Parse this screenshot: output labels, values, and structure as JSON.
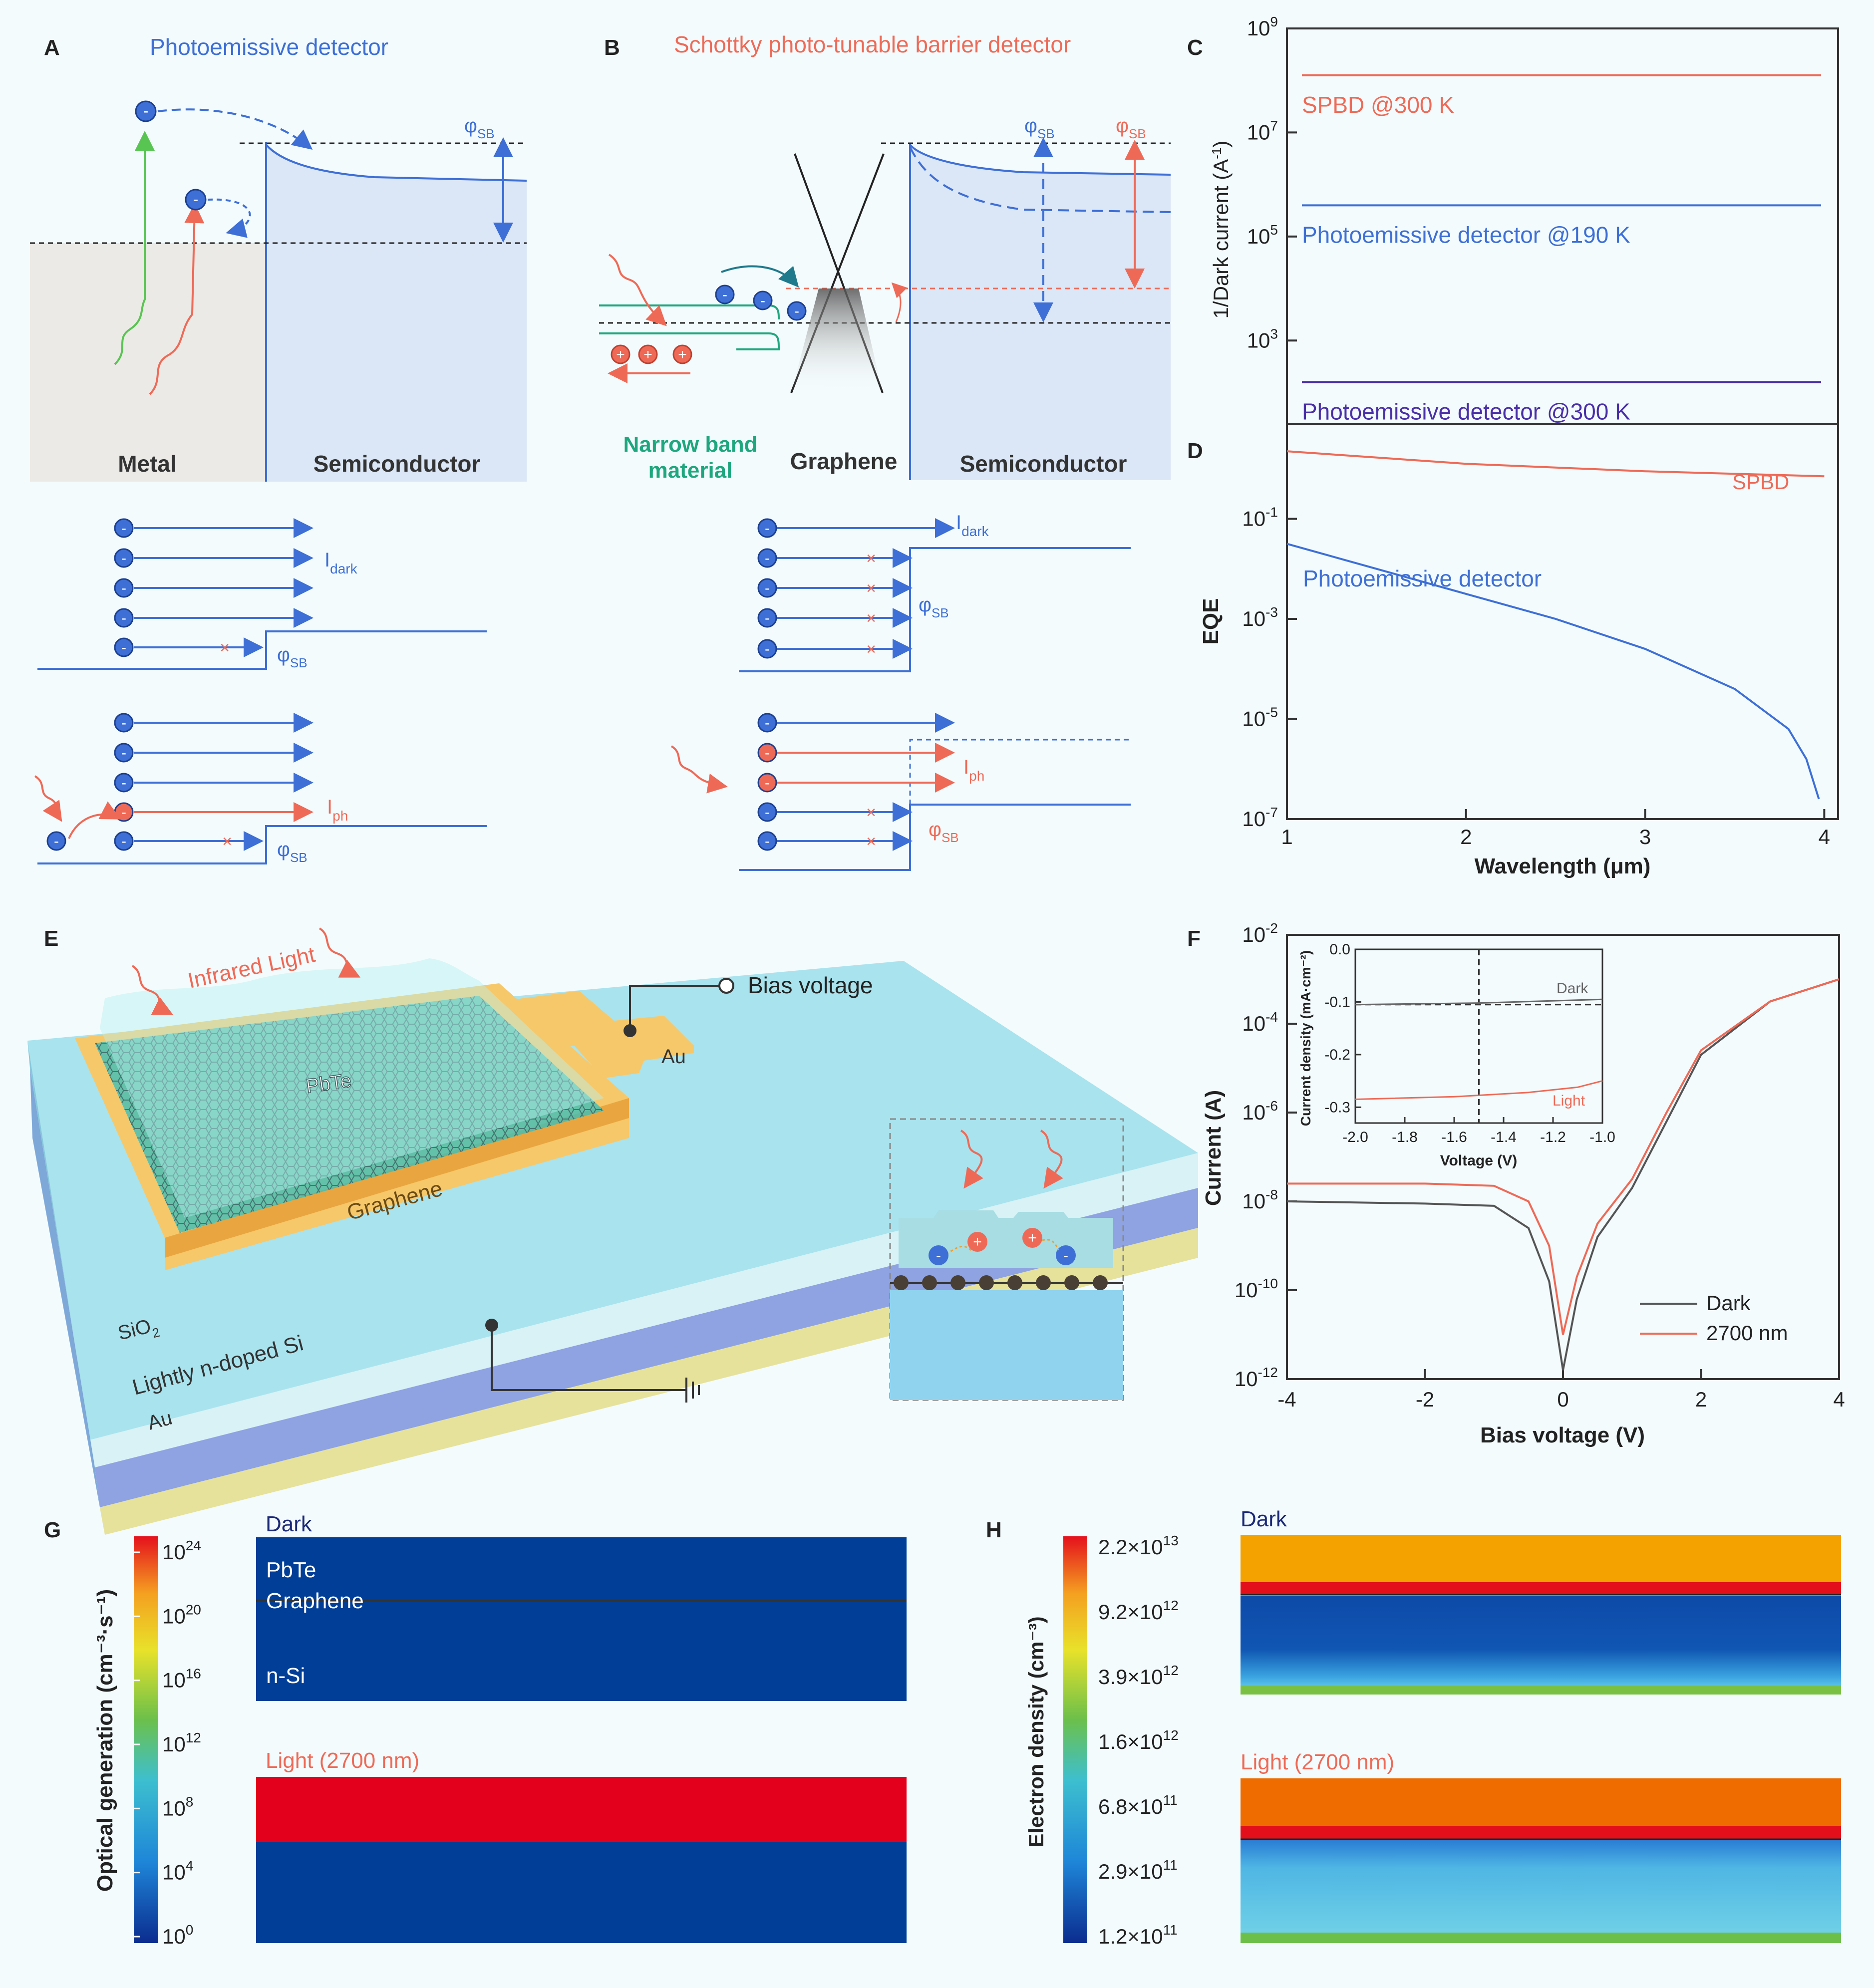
{
  "colors": {
    "blue": "#3d6fd6",
    "red": "#ee6a57",
    "green": "#1ea77e",
    "purple": "#4a2ea8",
    "navy": "#1c2a78",
    "panelBlue": "#dbe6f6",
    "metalGray": "#eceae6"
  },
  "panelA": {
    "letter": "A",
    "title": "Photoemissive detector",
    "phi_main": "φ",
    "phi_sub": "SB",
    "metal_label": "Metal",
    "semiconductor_label": "Semiconductor",
    "idark_main": "I",
    "idark_sub": "dark",
    "iph_main": "I",
    "iph_sub": "ph",
    "electron_glyph": "-",
    "cross": "×"
  },
  "panelB": {
    "letter": "B",
    "title": "Schottky photo-tunable barrier detector",
    "phi_main": "φ",
    "phi_sub": "SB",
    "narrow_label_1": "Narrow band",
    "narrow_label_2": "material",
    "graphene_label": "Graphene",
    "semiconductor_label": "Semiconductor",
    "idark_main": "I",
    "idark_sub": "dark",
    "iph_main": "I",
    "iph_sub": "ph",
    "hole_glyph": "+",
    "electron_glyph": "-",
    "cross": "×"
  },
  "panelC": {
    "letter": "C",
    "ylabel_main": "1/Dark current (A",
    "ylabel_sup": "-1",
    "ylabel_end": ")",
    "ytick_base": "10",
    "yticks": [
      "9",
      "7",
      "5",
      "3"
    ],
    "lines": [
      {
        "label": "SPBD @300 K",
        "log_value": 8.1
      },
      {
        "label": "Photoemissive detector @190 K",
        "log_value": 5.6
      },
      {
        "label": "Photoemissive detector @300 K",
        "log_value": 2.2
      }
    ]
  },
  "panelD": {
    "letter": "D",
    "ylabel": "EQE",
    "xlabel": "Wavelength (μm)",
    "ytick_base": "10",
    "yticks": [
      "-1",
      "-3",
      "-5",
      "-7"
    ],
    "xticks": [
      "1",
      "2",
      "3",
      "4"
    ],
    "series": [
      {
        "name": "SPBD",
        "x": [
          1.0,
          2.0,
          3.0,
          4.0
        ],
        "log_eqe": [
          0.35,
          0.1,
          -0.05,
          -0.15
        ]
      },
      {
        "name": "Photoemissive detector",
        "x": [
          1.0,
          1.5,
          2.0,
          2.5,
          3.0,
          3.5,
          3.8,
          3.9,
          3.97
        ],
        "log_eqe": [
          -1.5,
          -2.0,
          -2.5,
          -3.0,
          -3.6,
          -4.4,
          -5.2,
          -5.8,
          -6.6
        ]
      }
    ]
  },
  "panelE": {
    "letter": "E",
    "infrared_label": "Infrared Light",
    "bias_label": "Bias voltage",
    "au_top_label": "Au",
    "pbte_label": "PbTe",
    "graphene_label": "Graphene",
    "sio2_main": "SiO",
    "sio2_sub": "2",
    "si_label": "Lightly n-doped Si",
    "au_bottom_label": "Au",
    "hole_glyph": "+",
    "electron_glyph": "-"
  },
  "panelF": {
    "letter": "F",
    "xlabel": "Bias voltage (V)",
    "ylabel": "Current (A)",
    "ytick_base": "10",
    "yticks": [
      "-2",
      "-4",
      "-6",
      "-8",
      "-10",
      "-12"
    ],
    "xticks": [
      "-4",
      "-2",
      "0",
      "2",
      "4"
    ],
    "legend": [
      "Dark",
      "2700 nm"
    ],
    "chart_data": {
      "type": "line",
      "xlim": [
        -4,
        4
      ],
      "ylim_log": [
        -12,
        -2
      ],
      "series": [
        {
          "name": "Dark",
          "x": [
            -4,
            -2,
            -1,
            -0.5,
            -0.2,
            0,
            0.2,
            0.5,
            1,
            1.5,
            2,
            3,
            4
          ],
          "log_y": [
            -8.0,
            -8.05,
            -8.1,
            -8.6,
            -9.8,
            -11.8,
            -10.2,
            -8.8,
            -7.7,
            -6.2,
            -4.7,
            -3.5,
            -3.0
          ]
        },
        {
          "name": "2700 nm",
          "x": [
            -4,
            -2,
            -1,
            -0.5,
            -0.2,
            0,
            0.2,
            0.5,
            1,
            1.5,
            2,
            3,
            4
          ],
          "log_y": [
            -7.6,
            -7.6,
            -7.65,
            -8.0,
            -9.0,
            -11.0,
            -9.7,
            -8.5,
            -7.5,
            -6.0,
            -4.6,
            -3.5,
            -3.0
          ]
        }
      ]
    },
    "inset": {
      "xlabel": "Voltage (V)",
      "ylabel": "Current density (mA·cm⁻²)",
      "xticks": [
        "-2.0",
        "-1.8",
        "-1.6",
        "-1.4",
        "-1.2",
        "-1.0"
      ],
      "yticks": [
        "0.0",
        "-0.1",
        "-0.2",
        "-0.3"
      ],
      "dark_label": "Dark",
      "light_label": "Light",
      "chart_data": {
        "type": "line",
        "xlim": [
          -2.0,
          -1.0
        ],
        "ylim": [
          -0.33,
          0.0
        ],
        "series": [
          {
            "name": "Dark",
            "x": [
              -2.0,
              -1.5,
              -1.0
            ],
            "y": [
              -0.105,
              -0.102,
              -0.095
            ]
          },
          {
            "name": "Light",
            "x": [
              -2.0,
              -1.6,
              -1.3,
              -1.1,
              -1.0
            ],
            "y": [
              -0.285,
              -0.28,
              -0.272,
              -0.262,
              -0.25
            ]
          }
        ]
      }
    }
  },
  "panelG": {
    "letter": "G",
    "colorbar_label": "Optical generation (cm⁻³·s⁻¹)",
    "cbar_base": "10",
    "cbar_exps": [
      "24",
      "20",
      "16",
      "12",
      "8",
      "4",
      "0"
    ],
    "dark_title": "Dark",
    "light_title": "Light (2700 nm)",
    "pbte_label": "PbTe",
    "graphene_label": "Graphene",
    "nsi_label": "n-Si"
  },
  "panelH": {
    "letter": "H",
    "colorbar_label": "Electron density (cm⁻³)",
    "cbar_ticks": [
      {
        "mant": "2.2×10",
        "exp": "13"
      },
      {
        "mant": "9.2×10",
        "exp": "12"
      },
      {
        "mant": "3.9×10",
        "exp": "12"
      },
      {
        "mant": "1.6×10",
        "exp": "12"
      },
      {
        "mant": "6.8×10",
        "exp": "11"
      },
      {
        "mant": "2.9×10",
        "exp": "11"
      },
      {
        "mant": "1.2×10",
        "exp": "11"
      }
    ],
    "dark_title": "Dark",
    "light_title": "Light (2700 nm)"
  }
}
